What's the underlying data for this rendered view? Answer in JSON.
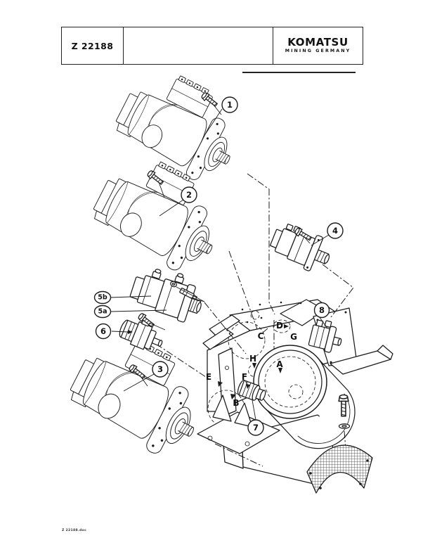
{
  "header": {
    "doc_number": "Z 22188",
    "brand": "KOMATSU",
    "brand_sub": "MINING GERMANY"
  },
  "footer": {
    "filename": "Z 22188.doc"
  },
  "diagram": {
    "description_colors": {
      "ink": "#1c1c1c",
      "paper": "#ffffff"
    },
    "callouts": [
      {
        "label": "1"
      },
      {
        "label": "2"
      },
      {
        "label": "3"
      },
      {
        "label": "4"
      },
      {
        "label": "5b"
      },
      {
        "label": "5a"
      },
      {
        "label": "6"
      },
      {
        "label": "7"
      },
      {
        "label": "8"
      }
    ],
    "ports": [
      {
        "label": "A"
      },
      {
        "label": "B"
      },
      {
        "label": "C"
      },
      {
        "label": "D"
      },
      {
        "label": "E"
      },
      {
        "label": "F"
      },
      {
        "label": "G"
      },
      {
        "label": "H"
      }
    ]
  }
}
